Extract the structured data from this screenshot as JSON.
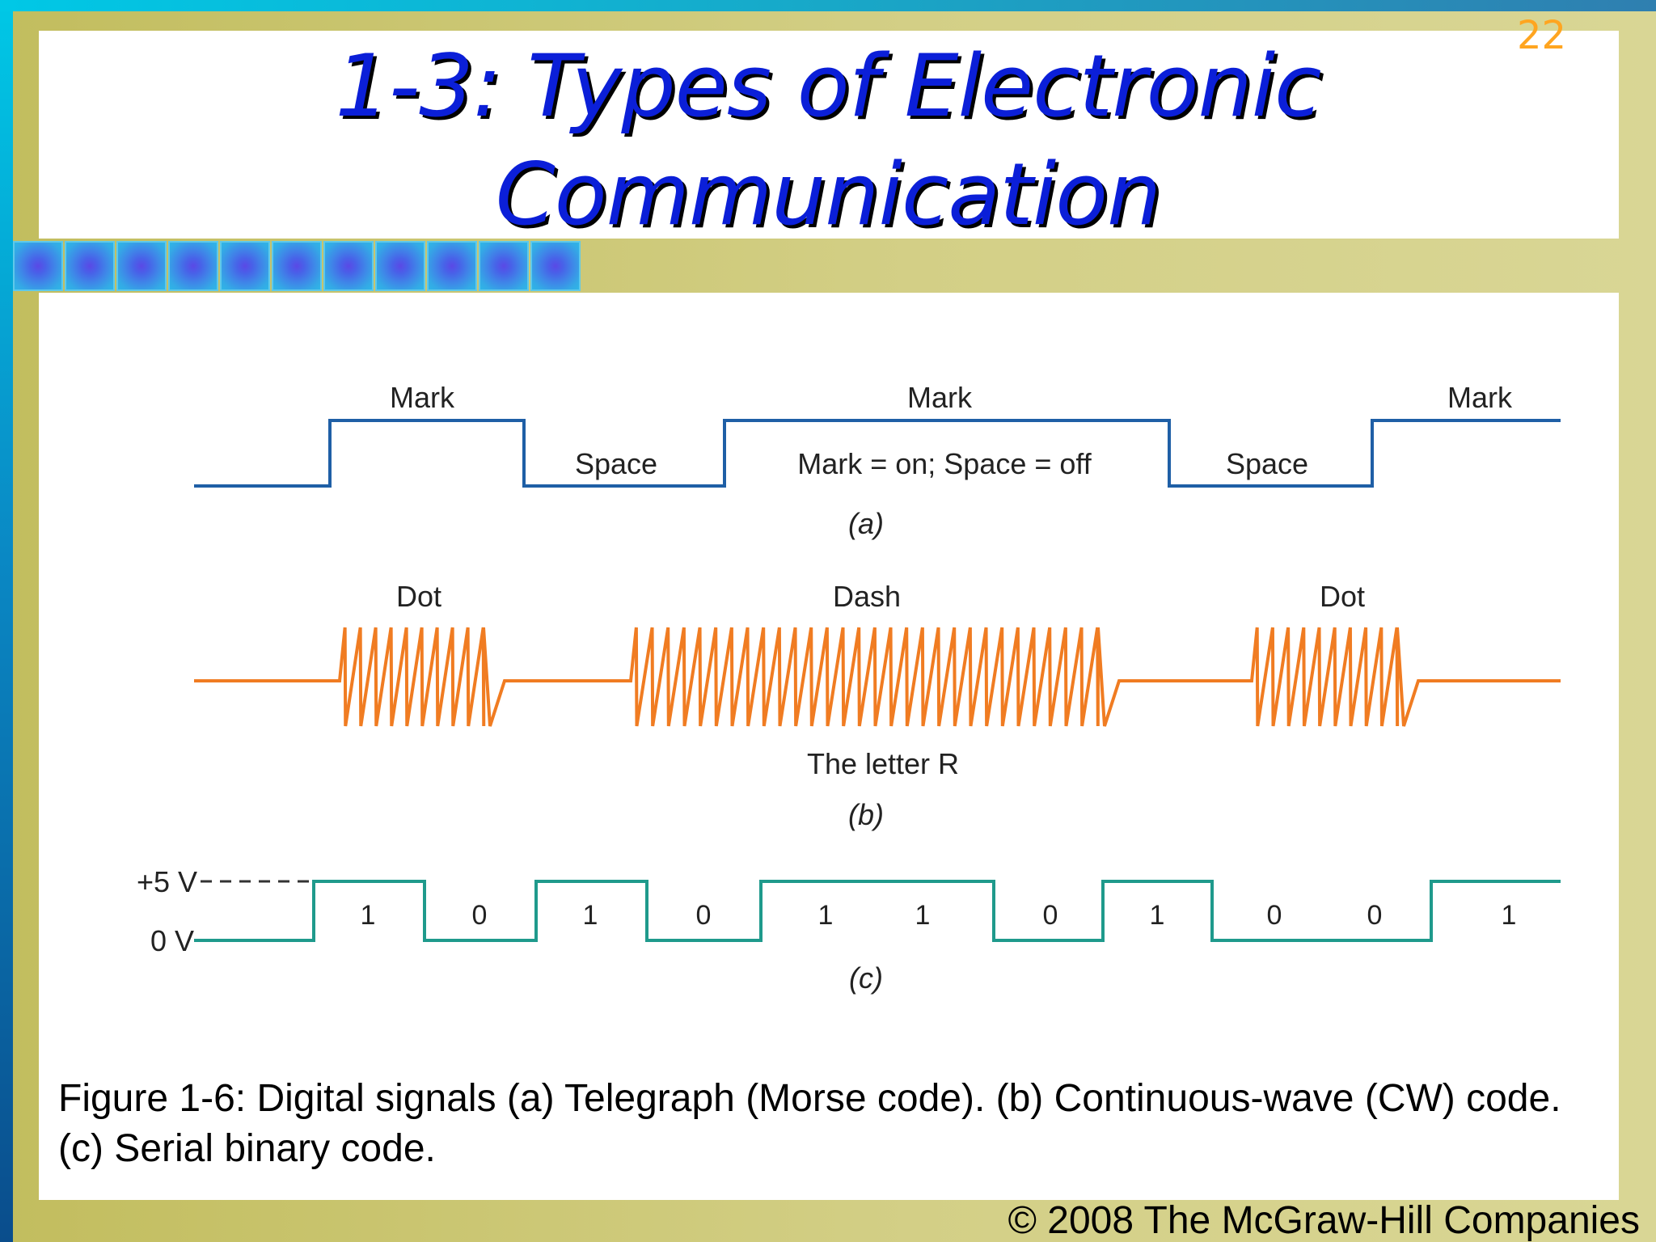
{
  "slide": {
    "title_line1": "1-3: Types of Electronic",
    "title_line2": "Communication",
    "number": "22",
    "caption": "Figure 1-6: Digital signals (a) Telegraph (Morse code). (b) Continuous-wave (CW) code. (c) Serial binary code.",
    "copyright": "© 2008 The McGraw-Hill Companies"
  },
  "figure": {
    "a": {
      "mark_labels": [
        "Mark",
        "Mark",
        "Mark"
      ],
      "space_labels": [
        "Space",
        "Space"
      ],
      "legend": "Mark = on; Space = off",
      "panel_label": "(a)",
      "color": "#1f5fa6"
    },
    "b": {
      "labels": [
        "Dot",
        "Dash",
        "Dot"
      ],
      "caption": "The letter R",
      "panel_label": "(b)",
      "color": "#f07c22"
    },
    "c": {
      "levels": [
        "+5 V",
        "0 V"
      ],
      "bits": [
        "1",
        "0",
        "1",
        "0",
        "1",
        "1",
        "0",
        "1",
        "0",
        "0",
        "1"
      ],
      "panel_label": "(c)",
      "color": "#1f9a8c"
    }
  },
  "colors": {
    "title": "#0b1fd8",
    "slide_number": "#ffa520",
    "background": "#c9c474"
  }
}
